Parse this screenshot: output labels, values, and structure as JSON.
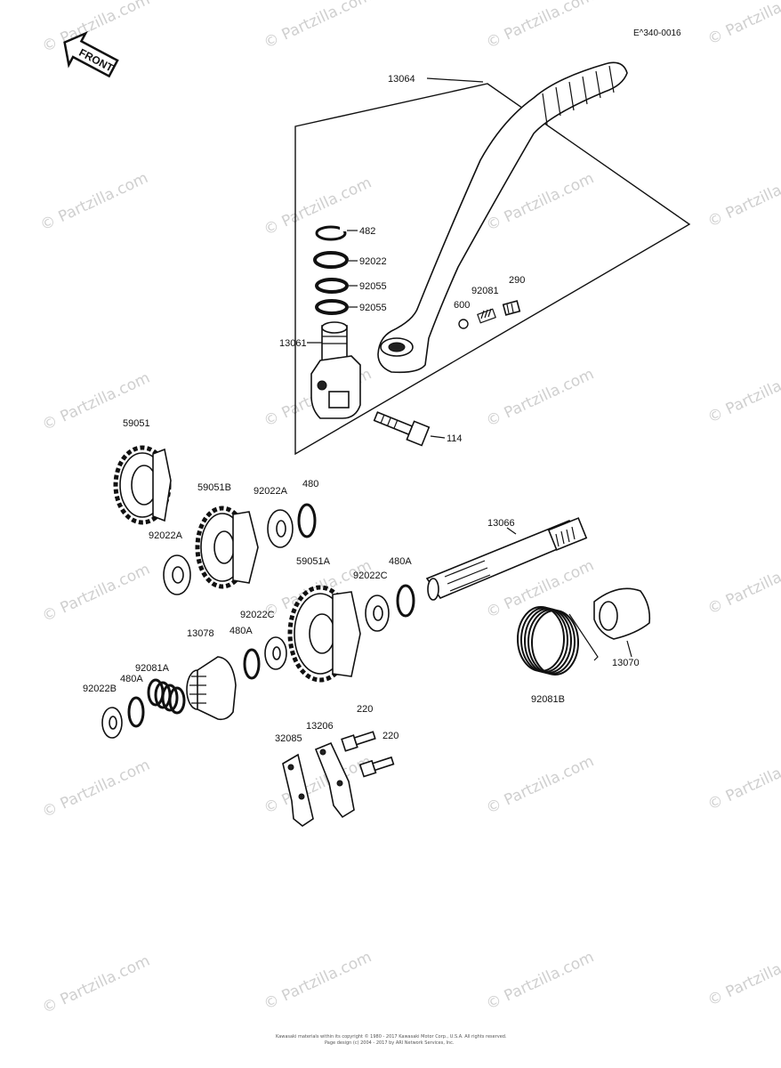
{
  "diagram_ref": "E^340-0016",
  "front_label": "FRONT",
  "watermark": "© Partzilla.com",
  "parts": {
    "p13064": "13064",
    "p482": "482",
    "p92022": "92022",
    "p92055a": "92055",
    "p92055b": "92055",
    "p92081": "92081",
    "p290": "290",
    "p600": "600",
    "p13061": "13061",
    "p114": "114",
    "p59051": "59051",
    "p59051B": "59051B",
    "p92022A_1": "92022A",
    "p480": "480",
    "p92022A_2": "92022A",
    "p13066": "13066",
    "p59051A": "59051A",
    "p92022C_1": "92022C",
    "p480A_1": "480A",
    "p92022C_2": "92022C",
    "p13078": "13078",
    "p480A_2": "480A",
    "p92081A": "92081A",
    "p480A_3": "480A",
    "p92022B": "92022B",
    "p13070": "13070",
    "p92081B": "92081B",
    "p220a": "220",
    "p220b": "220",
    "p13206": "13206",
    "p32085": "32085"
  },
  "footer_line1": "Kawasaki materials within its copyright © 1980 - 2017 Kawasaki Motor Corp., U.S.A. All rights reserved.",
  "footer_line2": "Page design (c) 2004 - 2017 by ARI Network Services, Inc."
}
